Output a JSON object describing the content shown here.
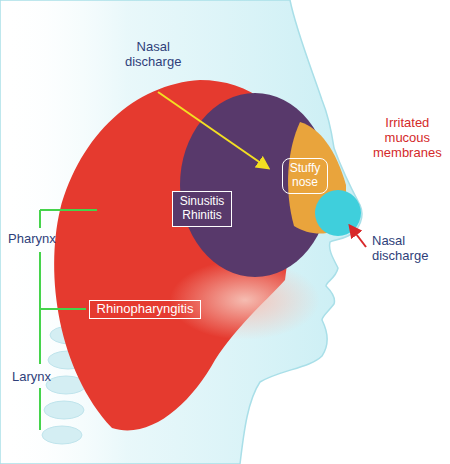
{
  "diagram": {
    "nodes": [
      {
        "text": [
          "Stuffy nose"
        ]
      },
      {
        "text": [
          "Sinusitis Rhinitis"
        ]
      },
      {
        "text": [
          "Rhinopharyngitis"
        ]
      }
    ],
    "labels": [
      "Nasal discharge",
      "Irritated mucous membranes",
      "Nasal discharge",
      "Pharynx",
      "Larynx"
    ]
  }
}
